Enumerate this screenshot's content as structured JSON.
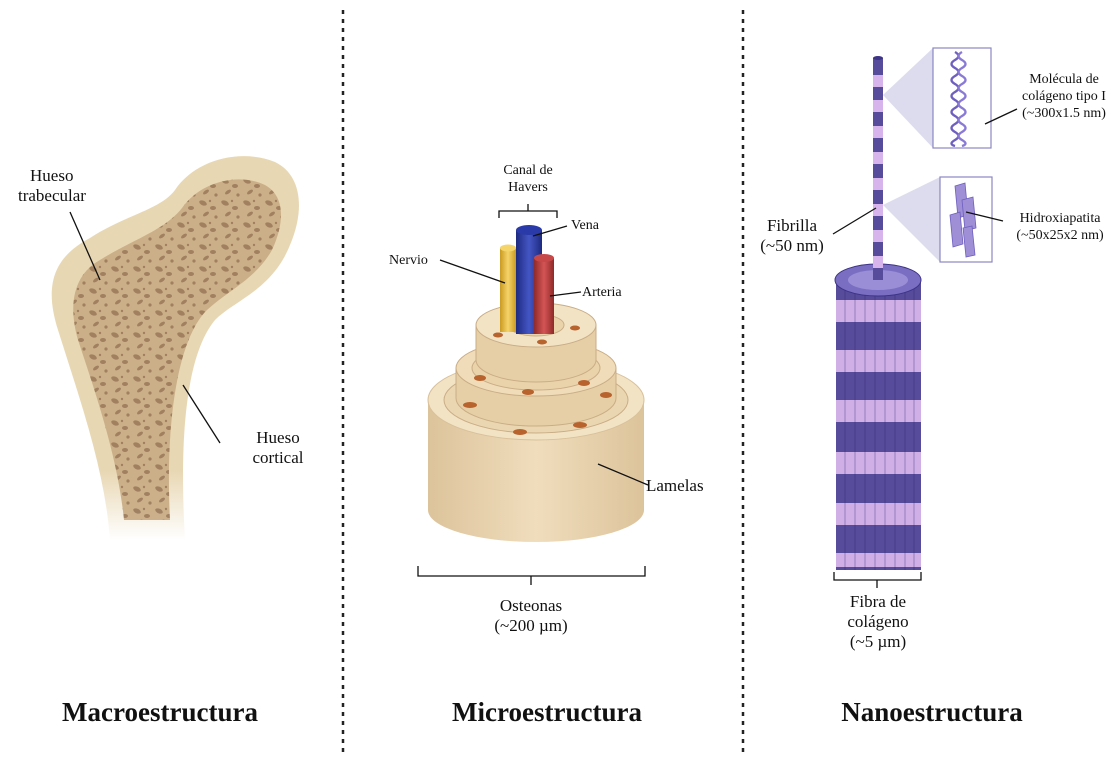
{
  "titles": {
    "macro": "Macroestructura",
    "micro": "Microestructura",
    "nano": "Nanoestructura"
  },
  "macro": {
    "trabecular_line1": "Hueso",
    "trabecular_line2": "trabecular",
    "cortical_line1": "Hueso",
    "cortical_line2": "cortical"
  },
  "micro": {
    "havers_line1": "Canal de",
    "havers_line2": "Havers",
    "vena": "Vena",
    "nervio": "Nervio",
    "arteria": "Arteria",
    "lamelas": "Lamelas",
    "osteonas_line1": "Osteonas",
    "osteonas_line2": "(~200 µm)"
  },
  "nano": {
    "colageno_line1": "Molécula de",
    "colageno_line2": "colágeno tipo I",
    "colageno_line3": "(~300x1.5 nm)",
    "hidroxi_line1": "Hidroxiapatita",
    "hidroxi_line2": "(~50x25x2 nm)",
    "fibrilla_line1": "Fibrilla",
    "fibrilla_line2": "(~50 nm)",
    "fibra_line1": "Fibra de",
    "fibra_line2": "colágeno",
    "fibra_line3": "(~5 µm)"
  },
  "colors": {
    "bone_cortical": "#e8d7b3",
    "bone_trabecular": "#c9ad86",
    "bone_spongy": "#9c7b5a",
    "vein": "#2e3a9b",
    "artery": "#b43a3a",
    "nerve": "#e0b93a",
    "fibril_dark": "#574c9c",
    "fibril_light": "#d7b5ec"
  }
}
